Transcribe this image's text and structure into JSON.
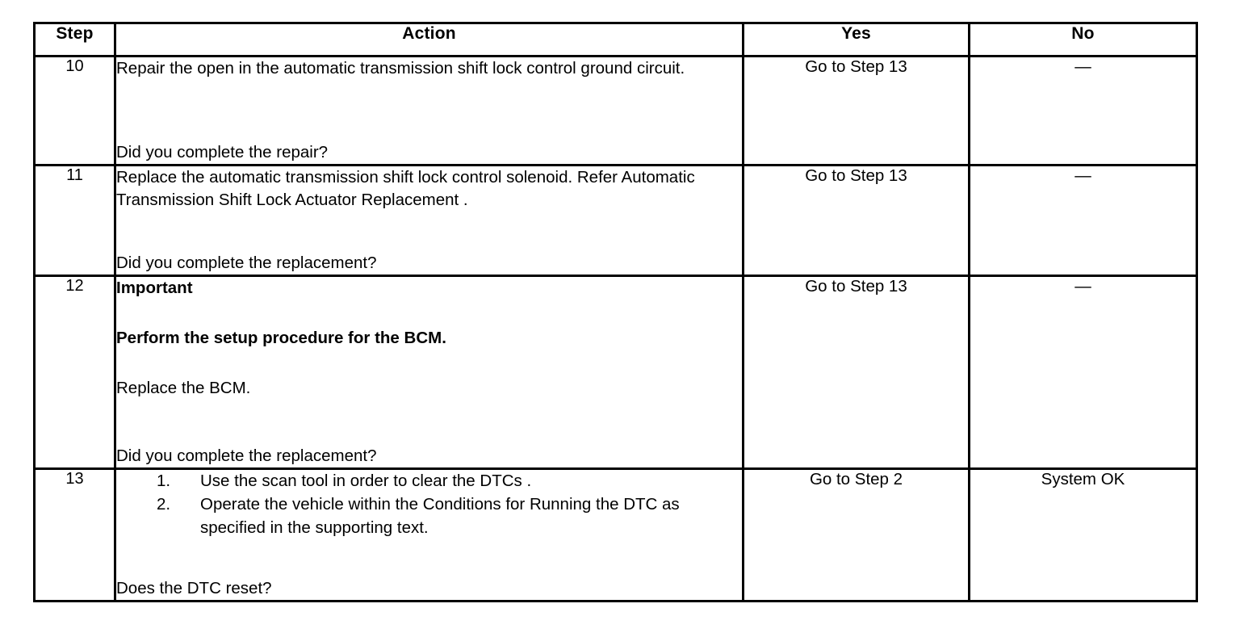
{
  "table": {
    "headers": {
      "step": "Step",
      "action": "Action",
      "yes": "Yes",
      "no": "No"
    },
    "rows": [
      {
        "step": "10",
        "action_paragraphs": [
          "Repair the open in the automatic transmission shift lock control ground circuit."
        ],
        "question": "Did you complete the repair?",
        "yes": "Go to Step 13",
        "no": "—"
      },
      {
        "step": "11",
        "action_paragraphs": [
          "Replace the automatic transmission shift lock control solenoid. Refer Automatic Transmission Shift Lock Actuator Replacement ."
        ],
        "question": "Did you complete the replacement?",
        "yes": "Go to Step 13",
        "no": "—"
      },
      {
        "step": "12",
        "important_label": "Important",
        "bold_instruction": "Perform the setup procedure for the BCM.",
        "action_paragraphs": [
          "Replace the BCM."
        ],
        "question": "Did you complete the replacement?",
        "yes": "Go to Step 13",
        "no": "—"
      },
      {
        "step": "13",
        "list": [
          {
            "num": "1.",
            "text": "Use the scan tool in order to clear the DTCs ."
          },
          {
            "num": "2.",
            "text": "Operate the vehicle within the Conditions for Running the DTC as specified in the supporting text."
          }
        ],
        "question": "Does the DTC reset?",
        "yes": "Go to Step 2",
        "no": "System OK"
      }
    ]
  },
  "colors": {
    "border": "#000000",
    "text": "#000000",
    "background": "#ffffff"
  }
}
